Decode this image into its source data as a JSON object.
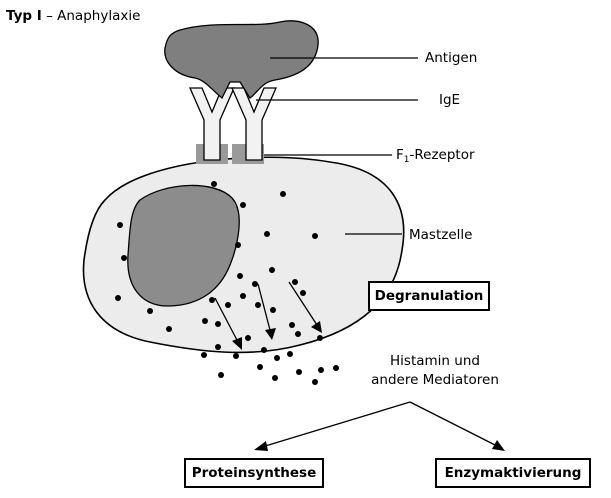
{
  "title": {
    "bold": "Typ I",
    "rest": "– Anaphylaxie"
  },
  "labels": {
    "antigen": "Antigen",
    "ige": "IgE",
    "receptor_prefix": "F",
    "receptor_sub": "1",
    "receptor_suffix": "-Rezeptor",
    "mastzelle": "Mastzelle",
    "mediators_line1": "Histamin und",
    "mediators_line2": "andere Mediatoren"
  },
  "boxes": {
    "degranulation": "Degranulation",
    "proteinsynthese": "Proteinsynthese",
    "enzymaktivierung": "Enzymaktivierung"
  },
  "colors": {
    "antigen_fill": "#7f7f7f",
    "cell_fill": "#ececec",
    "nucleus_fill": "#8c8c8c",
    "receptor_fill": "#9a9a9a",
    "ige_fill": "#f2f2f2"
  }
}
